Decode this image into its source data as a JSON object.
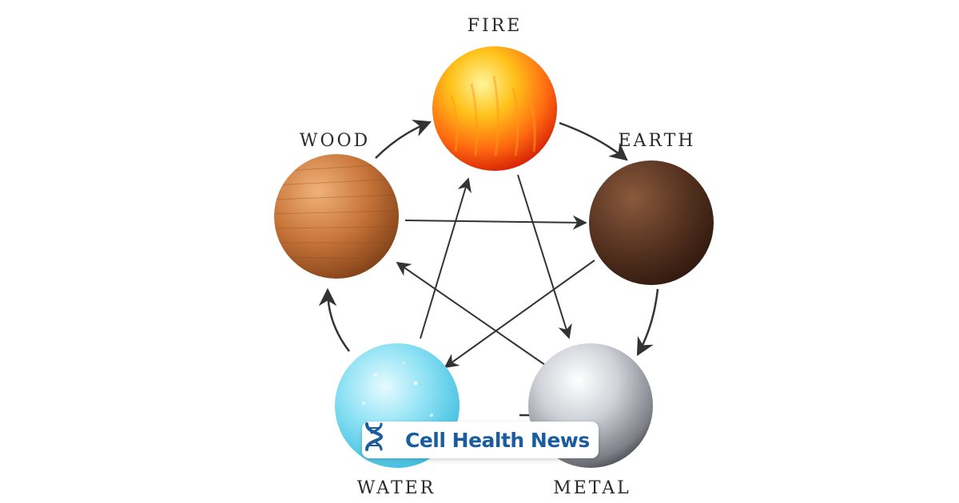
{
  "diagram": {
    "elements": [
      {
        "id": "fire",
        "label": "FIRE"
      },
      {
        "id": "earth",
        "label": "EARTH"
      },
      {
        "id": "metal",
        "label": "METAL"
      },
      {
        "id": "water",
        "label": "WATER"
      },
      {
        "id": "wood",
        "label": "WOOD"
      }
    ],
    "generating_cycle": [
      [
        "fire",
        "earth"
      ],
      [
        "earth",
        "metal"
      ],
      [
        "metal",
        "water"
      ],
      [
        "water",
        "wood"
      ],
      [
        "wood",
        "fire"
      ]
    ],
    "controlling_cycle": [
      [
        "wood",
        "earth"
      ],
      [
        "earth",
        "water"
      ],
      [
        "water",
        "fire"
      ],
      [
        "fire",
        "metal"
      ],
      [
        "metal",
        "wood"
      ]
    ]
  },
  "brand": {
    "name": "Cell Health News",
    "icon": "dna-helix-icon",
    "color": "#1a5c9e"
  }
}
